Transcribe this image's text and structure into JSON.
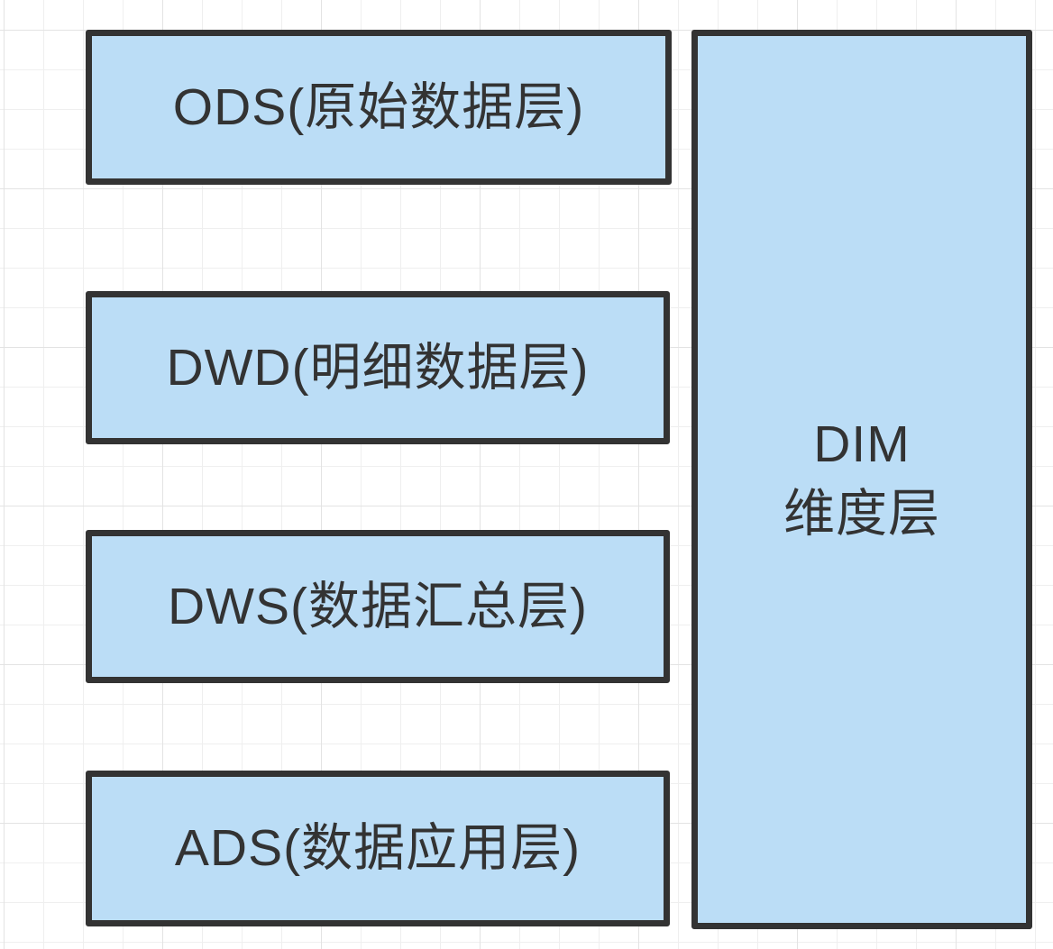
{
  "diagram": {
    "description": "Data warehouse layered architecture diagram on grid canvas",
    "layers": [
      {
        "id": "ods",
        "label": "ODS(原始数据层)"
      },
      {
        "id": "dwd",
        "label": "DWD(明细数据层)"
      },
      {
        "id": "dws",
        "label": "DWS(数据汇总层)"
      },
      {
        "id": "ads",
        "label": "ADS(数据应用层)"
      }
    ],
    "dim": {
      "line1": "DIM",
      "line2": "维度层"
    }
  },
  "colors": {
    "box_fill": "#bbddf6",
    "box_border": "#333333",
    "text": "#333333",
    "grid_minor": "#efefef",
    "grid_major": "#e3e3e3",
    "background": "#ffffff"
  }
}
